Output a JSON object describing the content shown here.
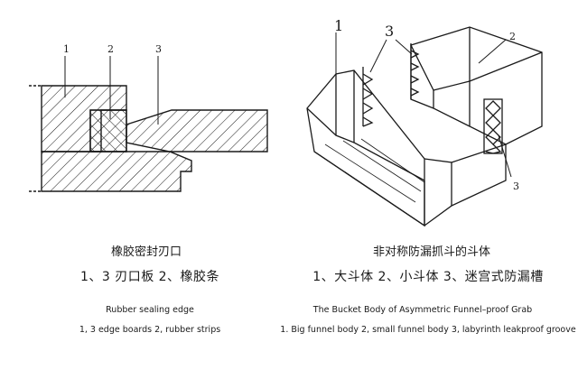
{
  "left_figure": {
    "callouts": [
      "1",
      "2",
      "3"
    ],
    "caption_zh": "橡胶密封刃口",
    "legend_zh": "1、3  刃口板     2、橡胶条",
    "caption_en": "Rubber sealing edge",
    "legend_en": "1, 3 edge boards     2, rubber strips"
  },
  "right_figure": {
    "callouts": [
      "1",
      "3",
      "2",
      "3"
    ],
    "caption_zh": "非对称防漏抓斗的斗体",
    "legend_zh": "1、大斗体  2、小斗体  3、迷宫式防漏槽",
    "caption_en": "The Bucket Body of Asymmetric Funnel–proof Grab",
    "legend_en": "1. Big funnel body   2, small funnel body   3, labyrinth leakproof groove"
  },
  "colors": {
    "ink": "#1a1a1a",
    "background": "#ffffff"
  }
}
